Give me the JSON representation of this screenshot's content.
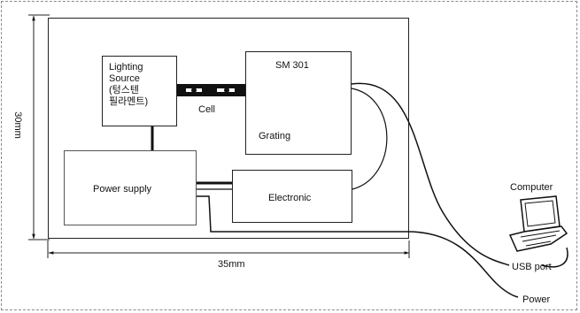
{
  "dimensions": {
    "height": "30mm",
    "width": "35mm"
  },
  "components": {
    "lighting_source": [
      "Lighting",
      "Source",
      "(텅스텐",
      "필라멘트)"
    ],
    "cell": "Cell",
    "monochromator": "SM  301",
    "grating": "Grating",
    "power_supply": "Power  supply",
    "electronic": "Electronic"
  },
  "external": {
    "computer": "Computer",
    "usb_port": "USB  port",
    "power": "Power"
  }
}
